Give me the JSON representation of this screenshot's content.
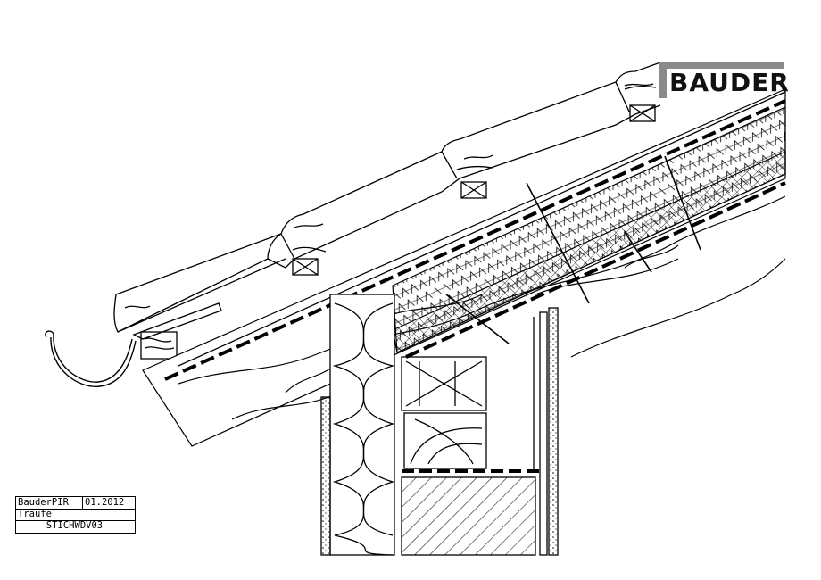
{
  "brand": {
    "name": "BAUDER",
    "bar_color": "#8a8a8a"
  },
  "title_block": {
    "product": "BauderPIR",
    "date": "01.2012",
    "detail": "Traufe",
    "drawing_code": "STICHWDV03"
  },
  "drawing": {
    "line_color": "#000000",
    "background": "#ffffff"
  }
}
